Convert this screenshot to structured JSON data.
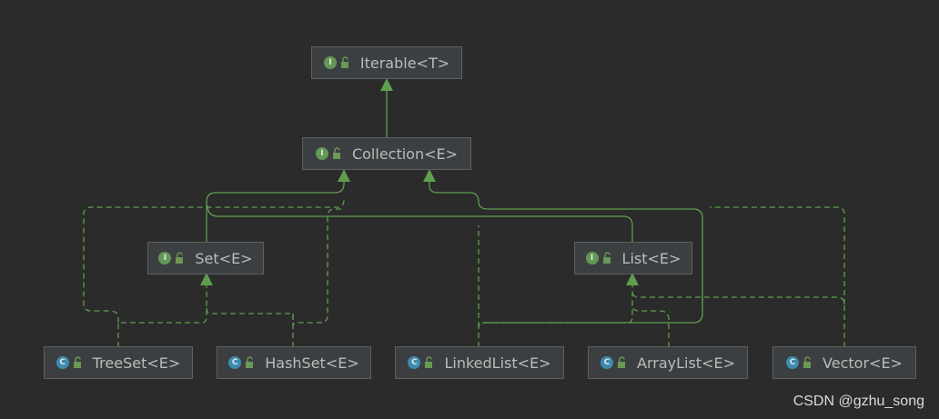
{
  "nodes": {
    "iterable": {
      "label": "Iterable<T>",
      "kind": "interface",
      "icon": "interface-icon"
    },
    "collection": {
      "label": "Collection<E>",
      "kind": "interface",
      "icon": "interface-icon"
    },
    "set": {
      "label": "Set<E>",
      "kind": "interface",
      "icon": "interface-icon"
    },
    "list": {
      "label": "List<E>",
      "kind": "interface",
      "icon": "interface-icon"
    },
    "treeset": {
      "label": "TreeSet<E>",
      "kind": "class",
      "icon": "class-icon"
    },
    "hashset": {
      "label": "HashSet<E>",
      "kind": "class",
      "icon": "class-icon"
    },
    "linkedlist": {
      "label": "LinkedList<E>",
      "kind": "class",
      "icon": "class-icon"
    },
    "arraylist": {
      "label": "ArrayList<E>",
      "kind": "class",
      "icon": "class-icon"
    },
    "vector": {
      "label": "Vector<E>",
      "kind": "class",
      "icon": "class-icon"
    }
  },
  "badges": {
    "interface_letter": "I",
    "class_letter": "C"
  },
  "colors": {
    "background": "#2b2b2b",
    "node_fill": "#3c3f41",
    "node_border": "#5e6060",
    "text": "#bbbbbb",
    "edge": "#5e9e4e",
    "interface_badge": "#629755",
    "class_badge": "#3d8cb0"
  },
  "watermark": "CSDN @gzhu_song"
}
